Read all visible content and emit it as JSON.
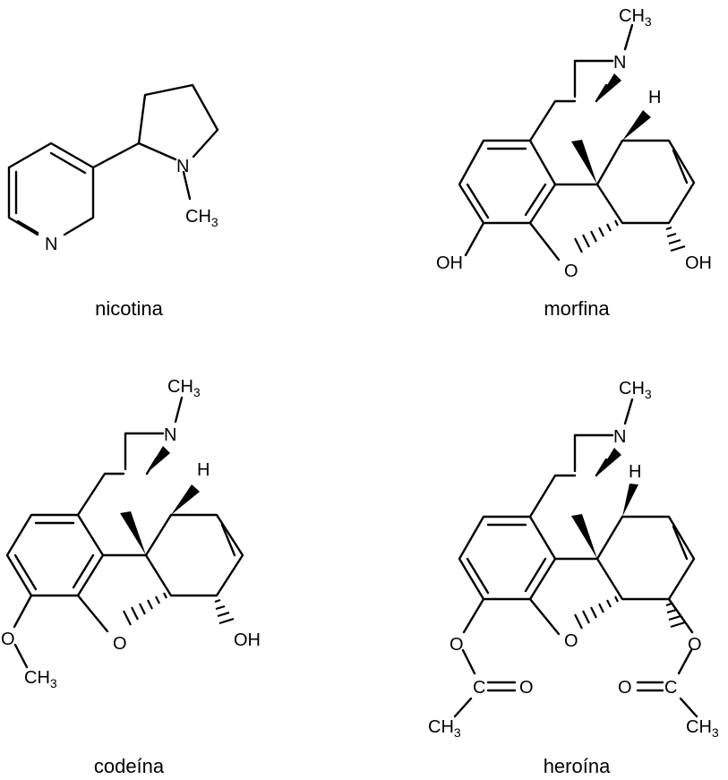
{
  "molecules": [
    {
      "id": "nicotina",
      "caption": "nicotina"
    },
    {
      "id": "morfina",
      "caption": "morfina"
    },
    {
      "id": "codeina",
      "caption": "codeína"
    },
    {
      "id": "heroina",
      "caption": "heroína"
    }
  ],
  "atom_labels": {
    "N": "N",
    "O": "O",
    "C": "C",
    "H": "H",
    "OH": "OH",
    "CH": "CH",
    "sub3": "3"
  }
}
